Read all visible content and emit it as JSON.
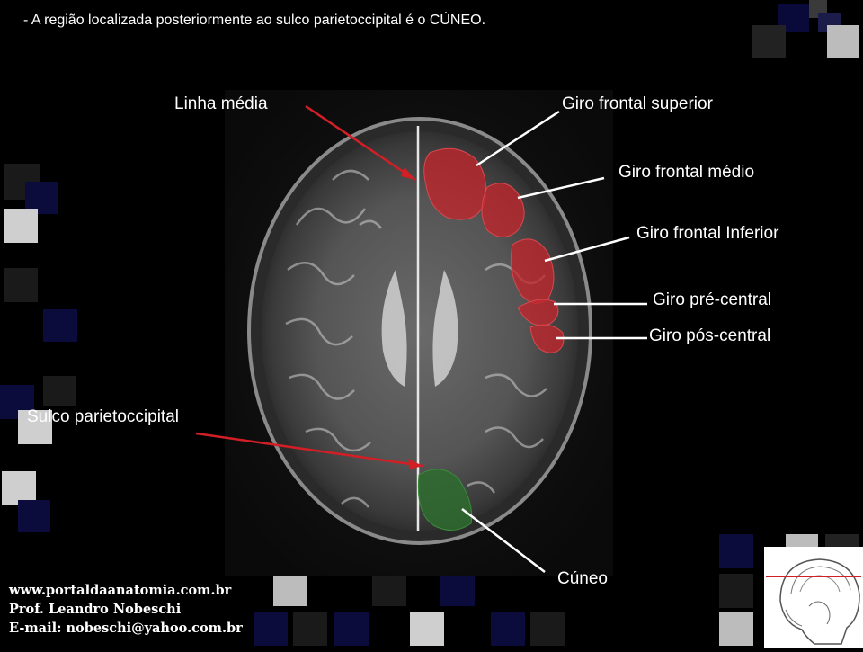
{
  "top_note": "- A região localizada posteriormente ao sulco parietoccipital é o CÚNEO.",
  "labels": {
    "linha_media": "Linha média",
    "giro_frontal_superior": "Giro frontal superior",
    "giro_frontal_medio": "Giro frontal médio",
    "giro_frontal_inferior": "Giro frontal Inferior",
    "giro_pre_central": "Giro pré-central",
    "giro_pos_central": "Giro pós-central",
    "sulco_parietoccipital": "Sulco parietoccipital",
    "cuneo": "Cúneo"
  },
  "footer": {
    "site": "www.portaldaanatomia.com.br",
    "author": "Prof. Leandro Nobeschi",
    "email": "E-mail: nobeschi@yahoo.com.br"
  },
  "colors": {
    "background": "#000000",
    "frontal_highlight": "#c0272d",
    "cuneus_highlight": "#2e6b2e",
    "pointer_red": "#d21f26",
    "pointer_white": "#ffffff"
  }
}
